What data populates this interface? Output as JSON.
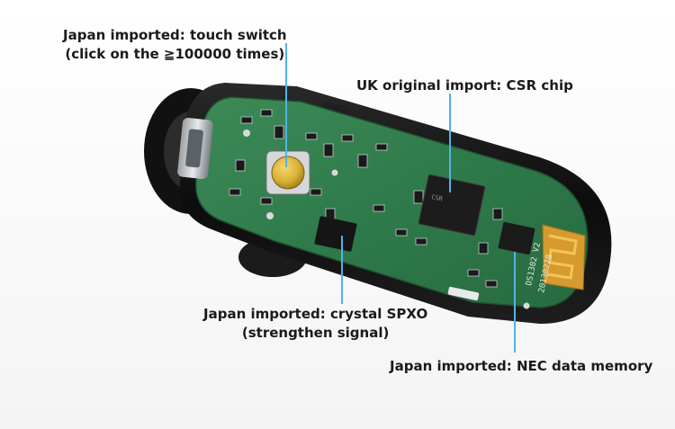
{
  "callouts": {
    "touch_switch": {
      "line1": "Japan imported: touch switch",
      "line2": "(click on the ≧100000 times)"
    },
    "csr_chip": {
      "line1": "UK original import: CSR chip"
    },
    "crystal": {
      "line1": "Japan imported: crystal SPXO",
      "line2": "(strengthen signal)"
    },
    "memory": {
      "line1": "Japan imported: NEC data memory"
    }
  },
  "board_markings": {
    "model": "DS1302 V2",
    "date": "20130228"
  },
  "colors": {
    "pcb_green": "#2f7a4a",
    "housing_black": "#151515",
    "callout_line": "#4fb3e8",
    "switch_gold": "#d8b234"
  }
}
